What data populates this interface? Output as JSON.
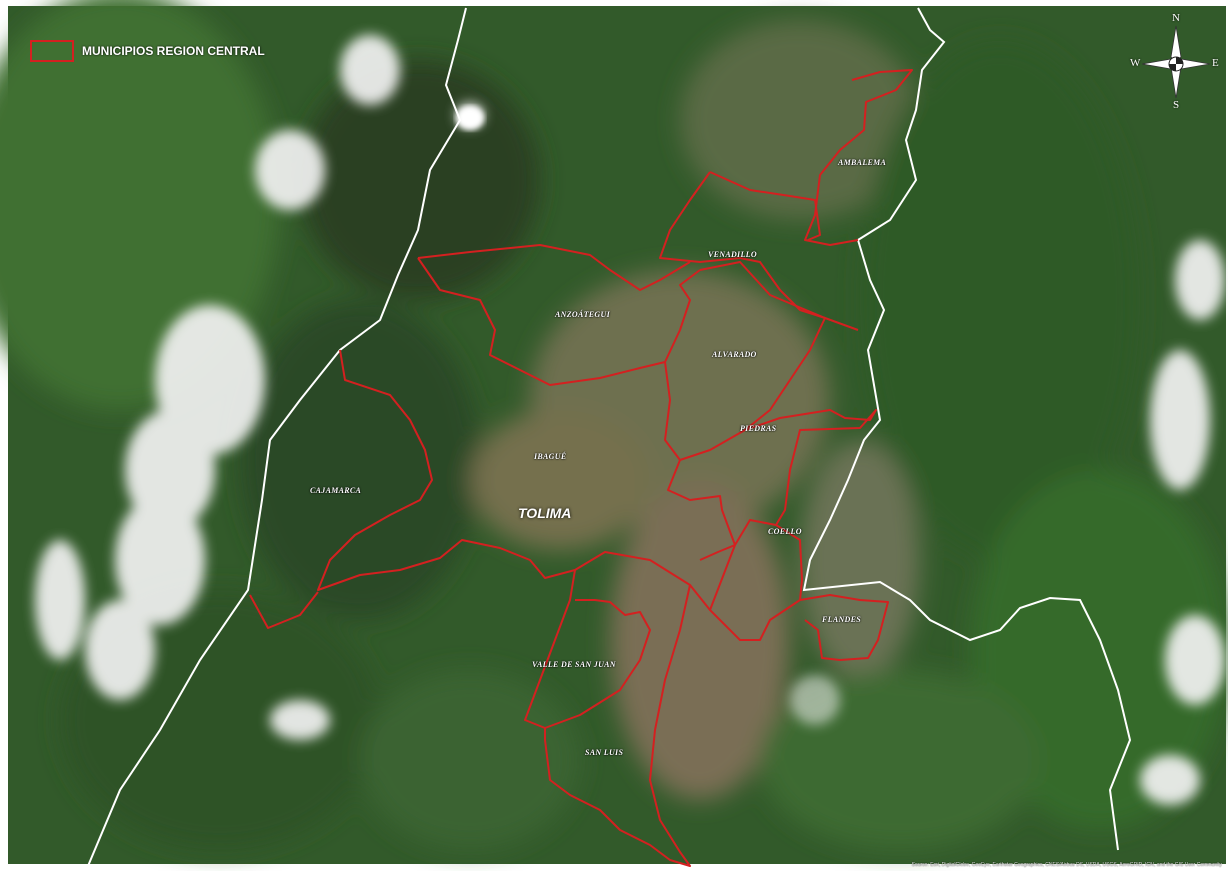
{
  "legend": {
    "label": "MUNICIPIOS REGION CENTRAL",
    "swatch_color": "#d42020"
  },
  "department": "TOLIMA",
  "municipalities": {
    "ambalema": "AMBALEMA",
    "venadillo": "VENADILLO",
    "anzoategui": "ANZOÁTEGUI",
    "alvarado": "ALVARADO",
    "piedras": "PIEDRAS",
    "ibague": "IBAGUÉ",
    "cajamarca": "CAJAMARCA",
    "coello": "COELLO",
    "flandes": "FLANDES",
    "valle_de_san_juan": "VALLE DE SAN JUAN",
    "san_luis": "SAN LUIS"
  },
  "compass": {
    "n": "N",
    "s": "S",
    "e": "E",
    "w": "W",
    "icon": "compass-rose-icon"
  },
  "credits": "Source: Esri, DigitalGlobe, GeoEye, Earthstar Geographics, CNES/Airbus DS, USDA, USGS, AeroGRID, IGN, and the GIS User Community",
  "colors": {
    "boundary": "#d42020",
    "department_border": "#ffffff",
    "forest_dark": "#26421f",
    "forest": "#3b6b30",
    "valley": "#8a7a5a",
    "cloud": "#f2f2f2"
  }
}
